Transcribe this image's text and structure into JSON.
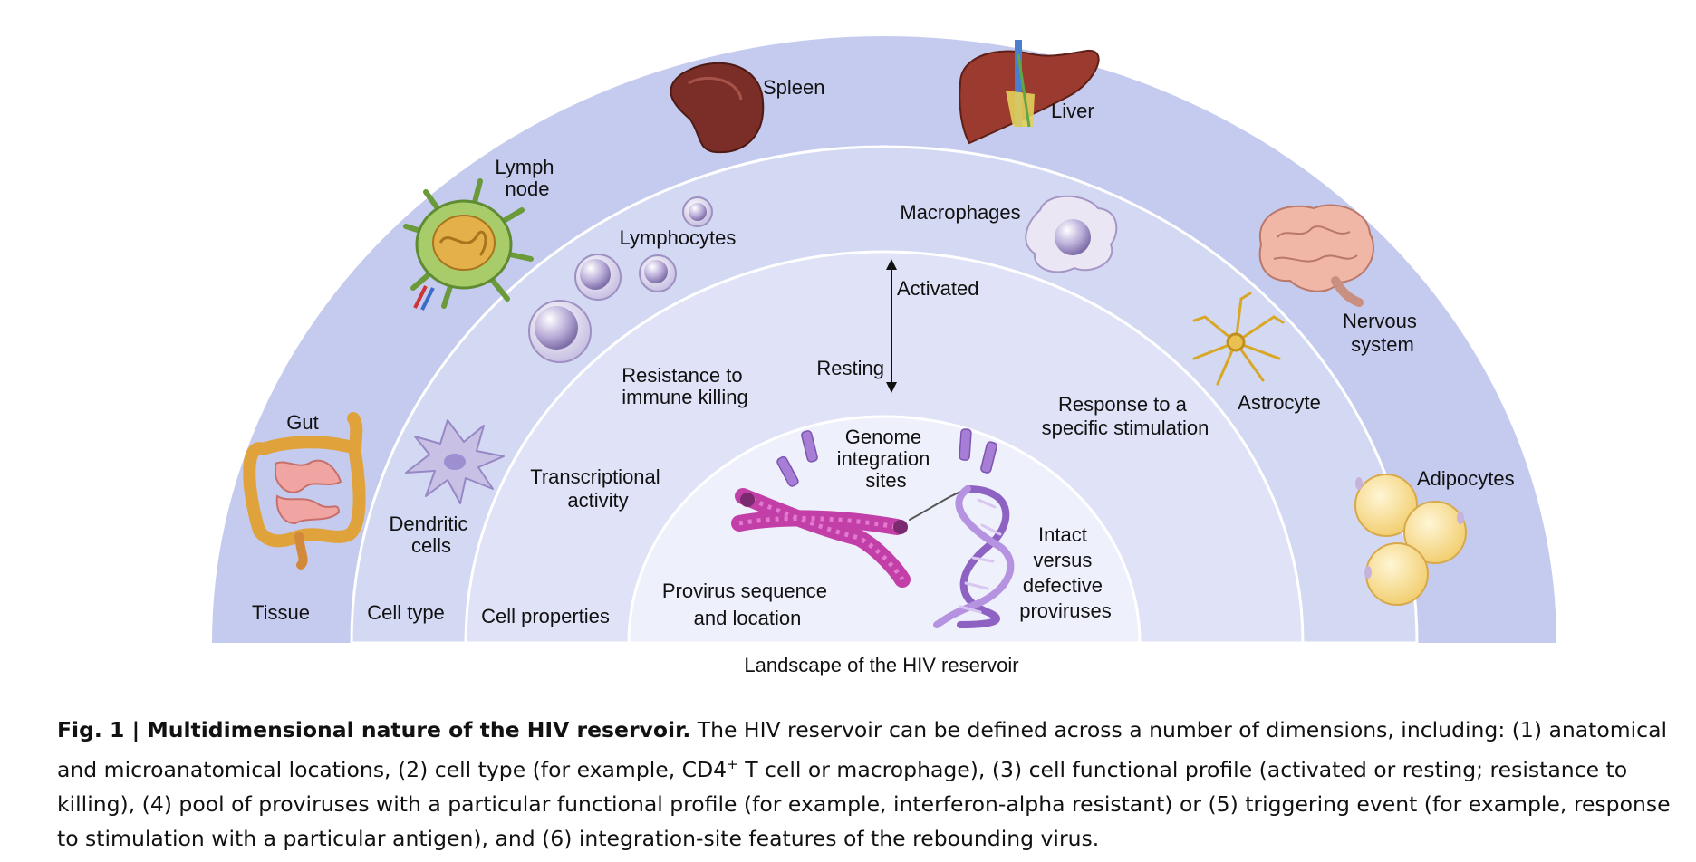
{
  "rings": {
    "tissue": "Tissue",
    "cell_type": "Cell type",
    "cell_properties": "Cell properties",
    "provirus": [
      "Provirus sequence",
      "and location"
    ]
  },
  "tissues": {
    "spleen": "Spleen",
    "liver": "Liver",
    "lymph_node": [
      "Lymph",
      "node"
    ],
    "nervous_system": [
      "Nervous",
      "system"
    ],
    "gut": "Gut",
    "adipocytes": "Adipocytes"
  },
  "cell_types": {
    "lymphocytes": "Lymphocytes",
    "macrophages": "Macrophages",
    "astrocyte": "Astrocyte",
    "dendritic_cells": [
      "Dendritic",
      "cells"
    ]
  },
  "cell_properties": {
    "activated": "Activated",
    "resting": "Resting",
    "resistance": [
      "Resistance to",
      "immune killing"
    ],
    "response": [
      "Response to a",
      "specific stimulation"
    ],
    "transcriptional": [
      "Transcriptional",
      "activity"
    ]
  },
  "provirus_features": {
    "genome": [
      "Genome",
      "integration",
      "sites"
    ],
    "intact": [
      "Intact",
      "versus",
      "defective",
      "proviruses"
    ]
  },
  "landscape_title": "Landscape of the HIV reservoir",
  "caption": {
    "title": "Fig. 1 | Multidimensional nature of the HIV reservoir.",
    "body_1": " The HIV reservoir can be defined across a number of dimensions, including: (1) anatomical and microanatomical locations, (2) cell type (for example, CD4",
    "superscript": "+",
    "body_2": " T cell or macrophage), (3) cell functional profile (activated or resting; resistance to killing), (4) pool of proviruses with a particular functional profile (for example, interferon-alpha resistant) or (5) triggering event (for example, response to stimulation with a particular antigen), and (6) integration-site features of the rebounding virus."
  },
  "colors": {
    "ring_outer": "#c5cbee",
    "ring_2": "#d3d8f3",
    "ring_3": "#e0e3f7",
    "ring_inner": "#eef0fb",
    "chromosome": "#c23fa8",
    "dna": "#8e62c2",
    "spleen": "#7a2e27",
    "liver": "#9b3a2e",
    "gut": "#e0a33c",
    "adipocyte": "#f6d98a"
  }
}
